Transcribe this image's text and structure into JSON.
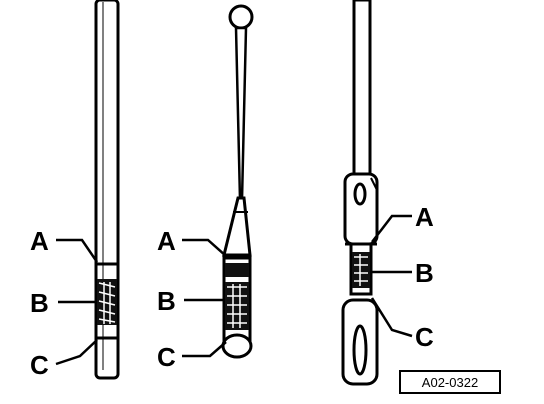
{
  "callouts": {
    "a": "A",
    "b": "B",
    "c": "C"
  },
  "reference_code": "A02-0322"
}
